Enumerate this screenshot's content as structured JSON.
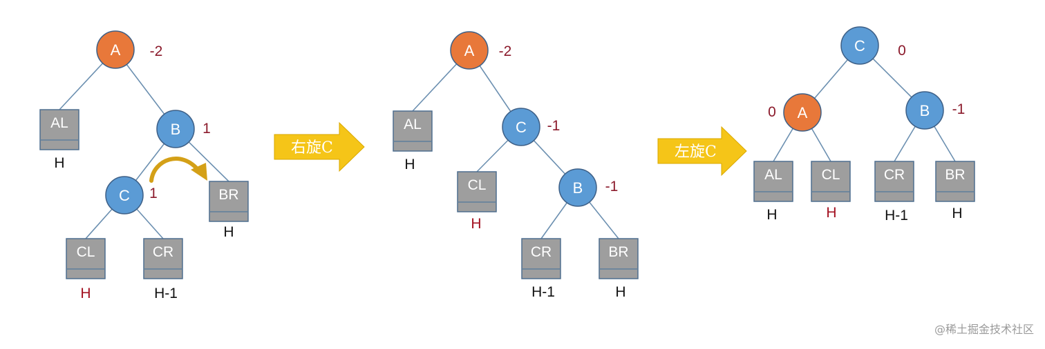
{
  "colors": {
    "orange_node": "#e8783a",
    "blue_node": "#5b9bd5",
    "box_fill": "#9e9e9e",
    "edge": "#6b8fb0",
    "balance_text": "#8b1a2b",
    "height_black": "#111111",
    "height_red": "#a31020",
    "arrow_fill": "#f5c518",
    "rotation_arc": "#d4a017"
  },
  "arrows": [
    {
      "label": "右旋C"
    },
    {
      "label": "左旋C"
    }
  ],
  "trees": [
    {
      "nodes": [
        {
          "id": "A",
          "label": "A",
          "color": "orange",
          "balance": "-2"
        },
        {
          "id": "B",
          "label": "B",
          "color": "blue",
          "balance": "1"
        },
        {
          "id": "C",
          "label": "C",
          "color": "blue",
          "balance": "1"
        }
      ],
      "subtrees": [
        {
          "id": "AL",
          "label": "AL",
          "height": "H",
          "height_color": "black"
        },
        {
          "id": "BR",
          "label": "BR",
          "height": "H",
          "height_color": "black"
        },
        {
          "id": "CL",
          "label": "CL",
          "height": "H",
          "height_color": "red"
        },
        {
          "id": "CR",
          "label": "CR",
          "height": "H-1",
          "height_color": "black"
        }
      ]
    },
    {
      "nodes": [
        {
          "id": "A",
          "label": "A",
          "color": "orange",
          "balance": "-2"
        },
        {
          "id": "C",
          "label": "C",
          "color": "blue",
          "balance": "-1"
        },
        {
          "id": "B",
          "label": "B",
          "color": "blue",
          "balance": "-1"
        }
      ],
      "subtrees": [
        {
          "id": "AL",
          "label": "AL",
          "height": "H",
          "height_color": "black"
        },
        {
          "id": "CL",
          "label": "CL",
          "height": "H",
          "height_color": "red"
        },
        {
          "id": "CR",
          "label": "CR",
          "height": "H-1",
          "height_color": "black"
        },
        {
          "id": "BR",
          "label": "BR",
          "height": "H",
          "height_color": "black"
        }
      ]
    },
    {
      "nodes": [
        {
          "id": "C",
          "label": "C",
          "color": "blue",
          "balance": "0"
        },
        {
          "id": "A",
          "label": "A",
          "color": "orange",
          "balance": "0"
        },
        {
          "id": "B",
          "label": "B",
          "color": "blue",
          "balance": "-1"
        }
      ],
      "subtrees": [
        {
          "id": "AL",
          "label": "AL",
          "height": "H",
          "height_color": "black"
        },
        {
          "id": "CL",
          "label": "CL",
          "height": "H",
          "height_color": "red"
        },
        {
          "id": "CR",
          "label": "CR",
          "height": "H-1",
          "height_color": "black"
        },
        {
          "id": "BR",
          "label": "BR",
          "height": "H",
          "height_color": "black"
        }
      ]
    }
  ],
  "watermark": "@稀土掘金技术社区"
}
